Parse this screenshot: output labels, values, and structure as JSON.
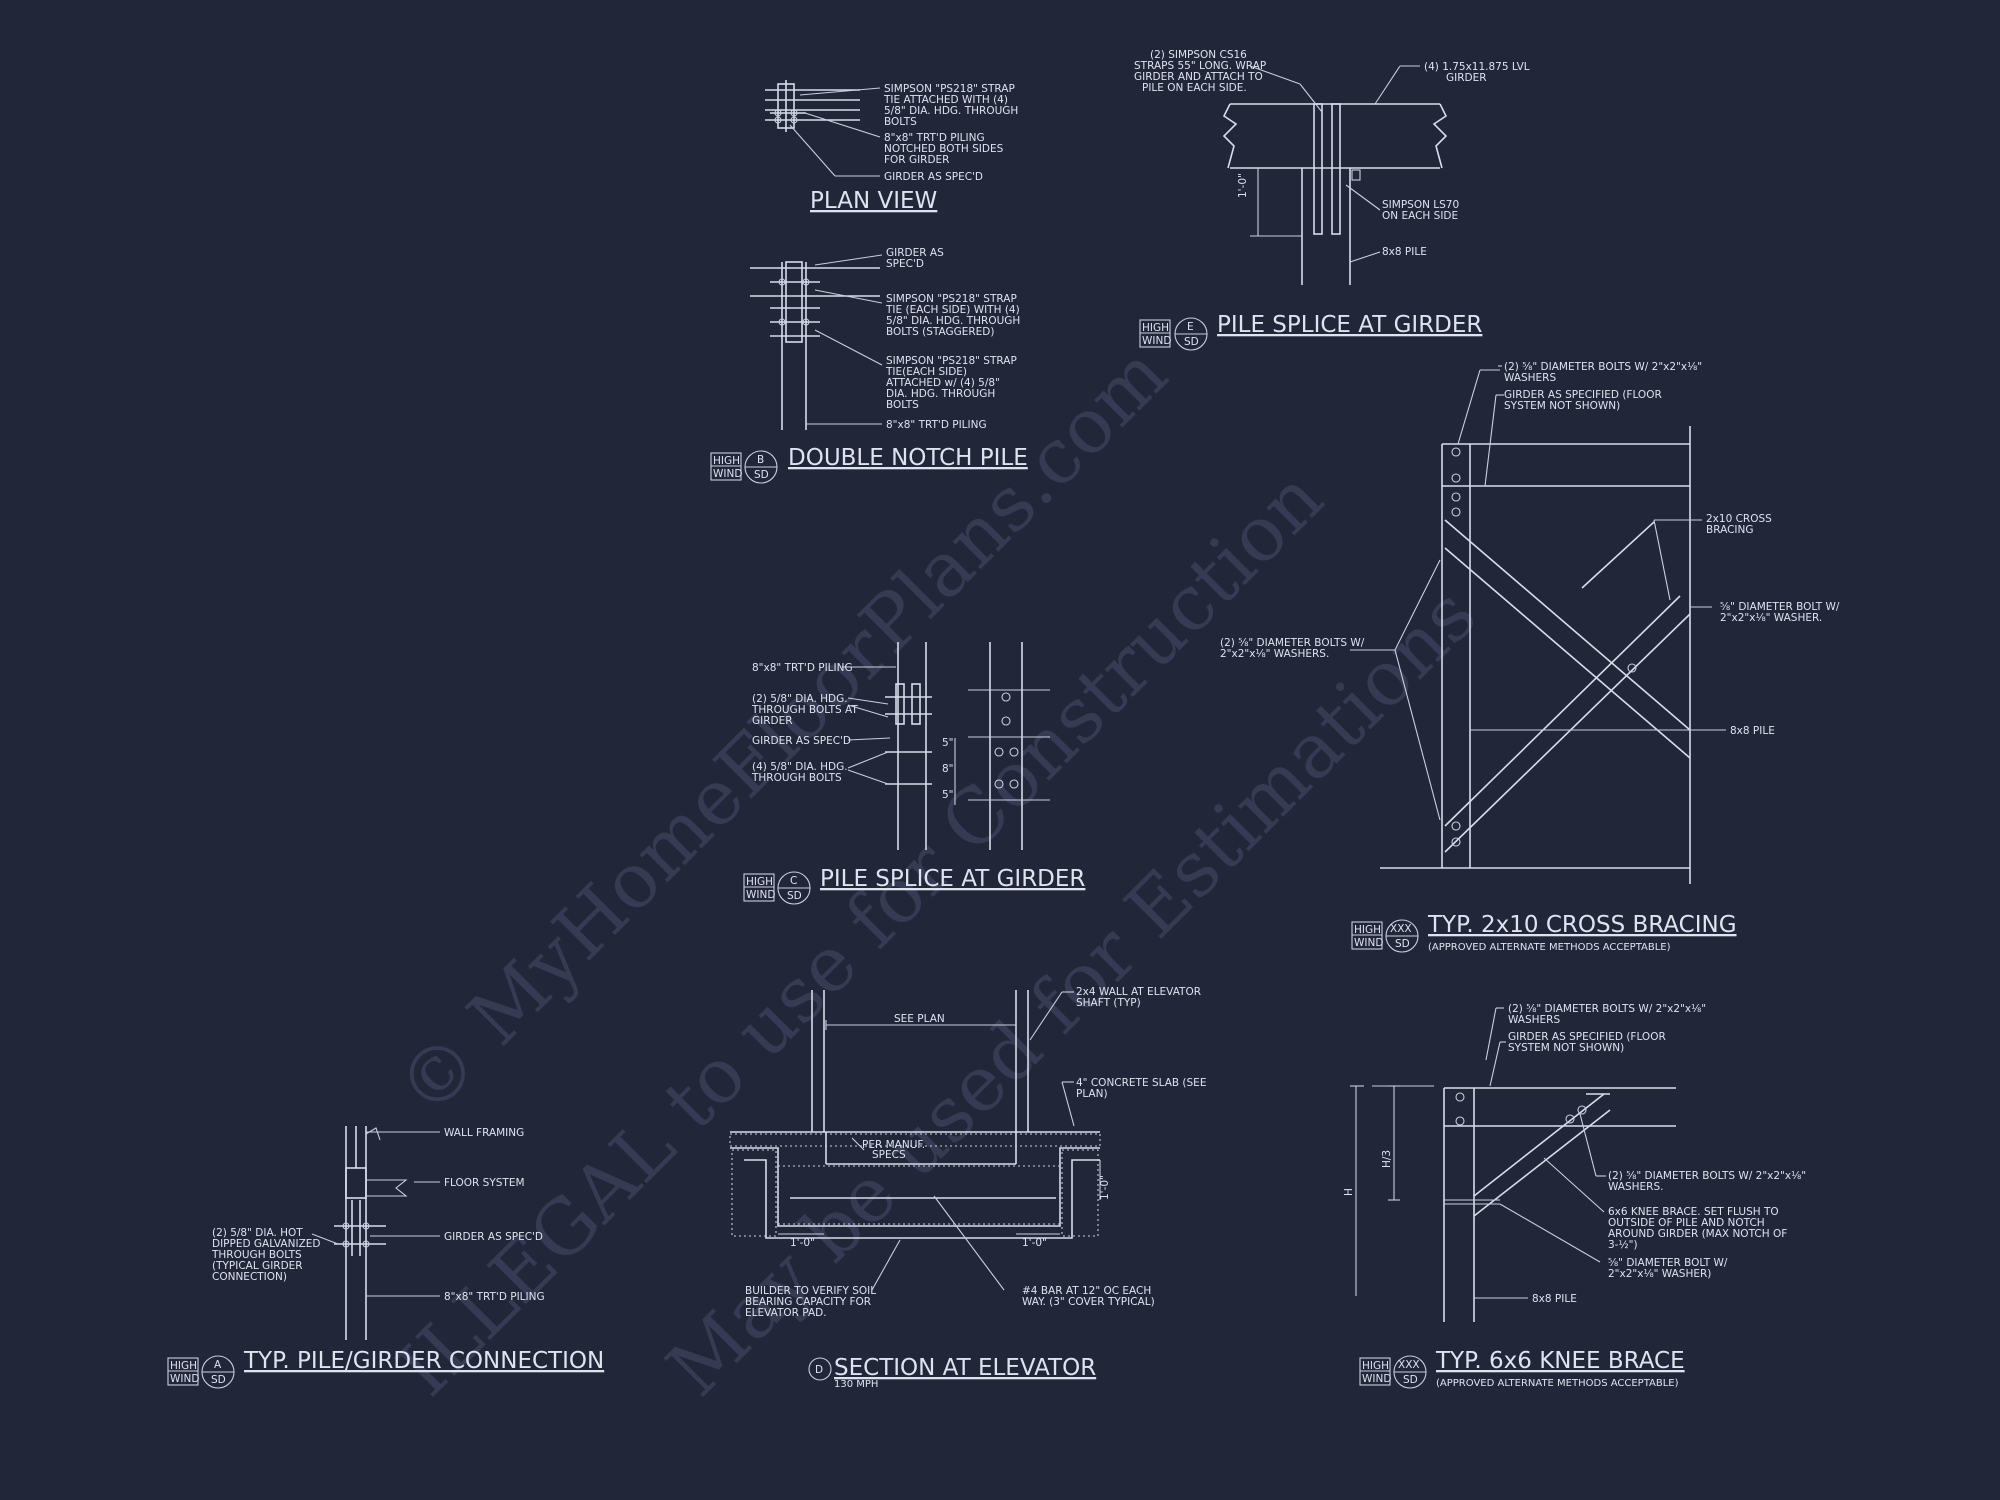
{
  "watermark": {
    "line1": "© MyHomeFloorPlans.com",
    "line2": "ILLEGAL to use for Construction",
    "line3": "May be used for Estimations"
  },
  "plan_view": {
    "title": "PLAN VIEW",
    "notes": [
      "SIMPSON \"PS218\" STRAP",
      "TIE ATTACHED WITH (4)",
      "5/8\" DIA. HDG. THROUGH",
      "BOLTS",
      "8\"x8\" TRT'D PILING",
      "NOTCHED BOTH SIDES",
      "FOR GIRDER",
      "GIRDER AS SPEC'D"
    ]
  },
  "double_notch": {
    "title": "DOUBLE NOTCH PILE",
    "tag_top": "B",
    "tag_bottom": "SD",
    "wind1": "HIGH",
    "wind2": "WIND",
    "notes": [
      "GIRDER AS",
      "SPEC'D",
      "SIMPSON \"PS218\" STRAP",
      "TIE (EACH SIDE) WITH (4)",
      "5/8\" DIA. HDG. THROUGH",
      "BOLTS (STAGGERED)",
      "SIMPSON \"PS218\" STRAP",
      "TIE(EACH SIDE)",
      "ATTACHED w/ (4) 5/8\"",
      "DIA. HDG. THROUGH",
      "BOLTS",
      "8\"x8\" TRT'D PILING"
    ]
  },
  "splice_e": {
    "title": "PILE SPLICE AT GIRDER",
    "tag_top": "E",
    "tag_bottom": "SD",
    "wind1": "HIGH",
    "wind2": "WIND",
    "dim": "1'-0\"",
    "notes": [
      "(2) SIMPSON CS16",
      "STRAPS 55\" LONG. WRAP",
      "GIRDER AND ATTACH TO",
      "PILE ON EACH SIDE.",
      "(4) 1.75x11.875 LVL",
      "GIRDER",
      "SIMPSON LS70",
      "ON EACH SIDE",
      "8x8 PILE"
    ]
  },
  "splice_c": {
    "title": "PILE SPLICE AT GIRDER",
    "tag_top": "C",
    "tag_bottom": "SD",
    "wind1": "HIGH",
    "wind2": "WIND",
    "dims": [
      "5\"",
      "8\"",
      "5\""
    ],
    "notes": [
      "8\"x8\" TRT'D PILING",
      "(2) 5/8\" DIA. HDG.",
      "THROUGH BOLTS AT",
      "GIRDER",
      "GIRDER AS SPEC'D",
      "(4) 5/8\" DIA. HDG.",
      "THROUGH BOLTS"
    ]
  },
  "cross_bracing": {
    "title": "TYP. 2x10 CROSS BRACING",
    "subtitle": "(APPROVED ALTERNATE METHODS ACCEPTABLE)",
    "tag_top": "XXX",
    "tag_bottom": "SD",
    "wind1": "HIGH",
    "wind2": "WIND",
    "notes": [
      "(2) ⅝\" DIAMETER BOLTS W/ 2\"x2\"x⅛\"",
      "WASHERS",
      "GIRDER AS SPECIFIED (FLOOR",
      "SYSTEM NOT SHOWN)",
      "2x10 CROSS",
      "BRACING",
      "⅝\" DIAMETER BOLT W/",
      "2\"x2\"x⅛\" WASHER.",
      "(2) ⅝\" DIAMETER BOLTS W/",
      "2\"x2\"x⅛\" WASHERS.",
      "8x8 PILE"
    ]
  },
  "elevator": {
    "title": "SECTION AT ELEVATOR",
    "subtitle": "130 MPH",
    "tag": "D",
    "dims": [
      "SEE PLAN",
      "1'-0\"",
      "1'-0\"",
      "1'-0\""
    ],
    "notes": [
      "2x4 WALL AT ELEVATOR",
      "SHAFT (TYP)",
      "4\" CONCRETE SLAB (SEE",
      "PLAN)",
      "PER MANUF.",
      "SPECS",
      "BUILDER TO VERIFY SOIL",
      "BEARING CAPACITY FOR",
      "ELEVATOR PAD.",
      "#4 BAR AT 12\" OC EACH",
      "WAY. (3\" COVER TYPICAL)"
    ]
  },
  "knee_brace": {
    "title": "TYP. 6x6 KNEE BRACE",
    "subtitle": "(APPROVED ALTERNATE METHODS ACCEPTABLE)",
    "tag_top": "XXX",
    "tag_bottom": "SD",
    "wind1": "HIGH",
    "wind2": "WIND",
    "dims": [
      "H",
      "H/3"
    ],
    "notes": [
      "(2) ⅝\" DIAMETER BOLTS W/ 2\"x2\"x⅛\"",
      "WASHERS",
      "GIRDER AS SPECIFIED (FLOOR",
      "SYSTEM NOT SHOWN)",
      "(2) ⅝\" DIAMETER BOLTS W/ 2\"x2\"x⅛\"",
      "WASHERS.",
      "6x6 KNEE BRACE. SET FLUSH TO",
      "OUTSIDE OF PILE AND NOTCH",
      "AROUND GIRDER (MAX NOTCH OF",
      "3-½\")",
      "⅝\" DIAMETER BOLT W/",
      "2\"x2\"x⅛\" WASHER)",
      "8x8 PILE"
    ]
  },
  "pile_girder": {
    "title": "TYP. PILE/GIRDER CONNECTION",
    "tag_top": "A",
    "tag_bottom": "SD",
    "wind1": "HIGH",
    "wind2": "WIND",
    "notes": [
      "WALL FRAMING",
      "FLOOR SYSTEM",
      "(2) 5/8\" DIA. HOT",
      "DIPPED GALVANIZED",
      "THROUGH BOLTS",
      "(TYPICAL GIRDER",
      "CONNECTION)",
      "GIRDER AS SPEC'D",
      "8\"x8\" TRT'D PILING"
    ]
  }
}
